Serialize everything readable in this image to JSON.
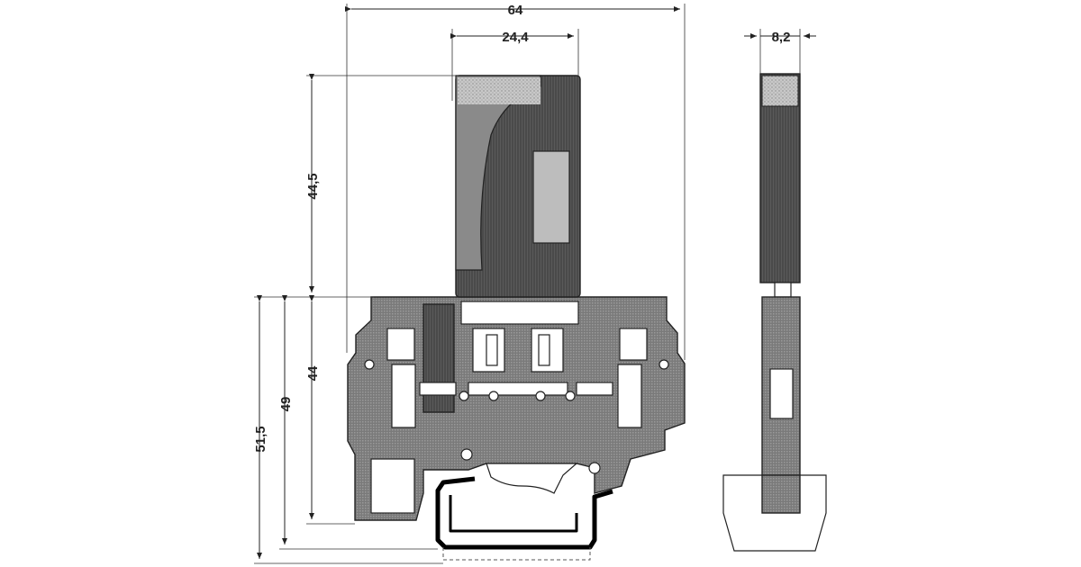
{
  "dimensions": {
    "overall_width": "64",
    "fuse_width": "24,4",
    "side_width": "8,2",
    "fuse_height": "44,5",
    "body_height": "44",
    "height_49": "49",
    "height_51_5": "51,5"
  }
}
